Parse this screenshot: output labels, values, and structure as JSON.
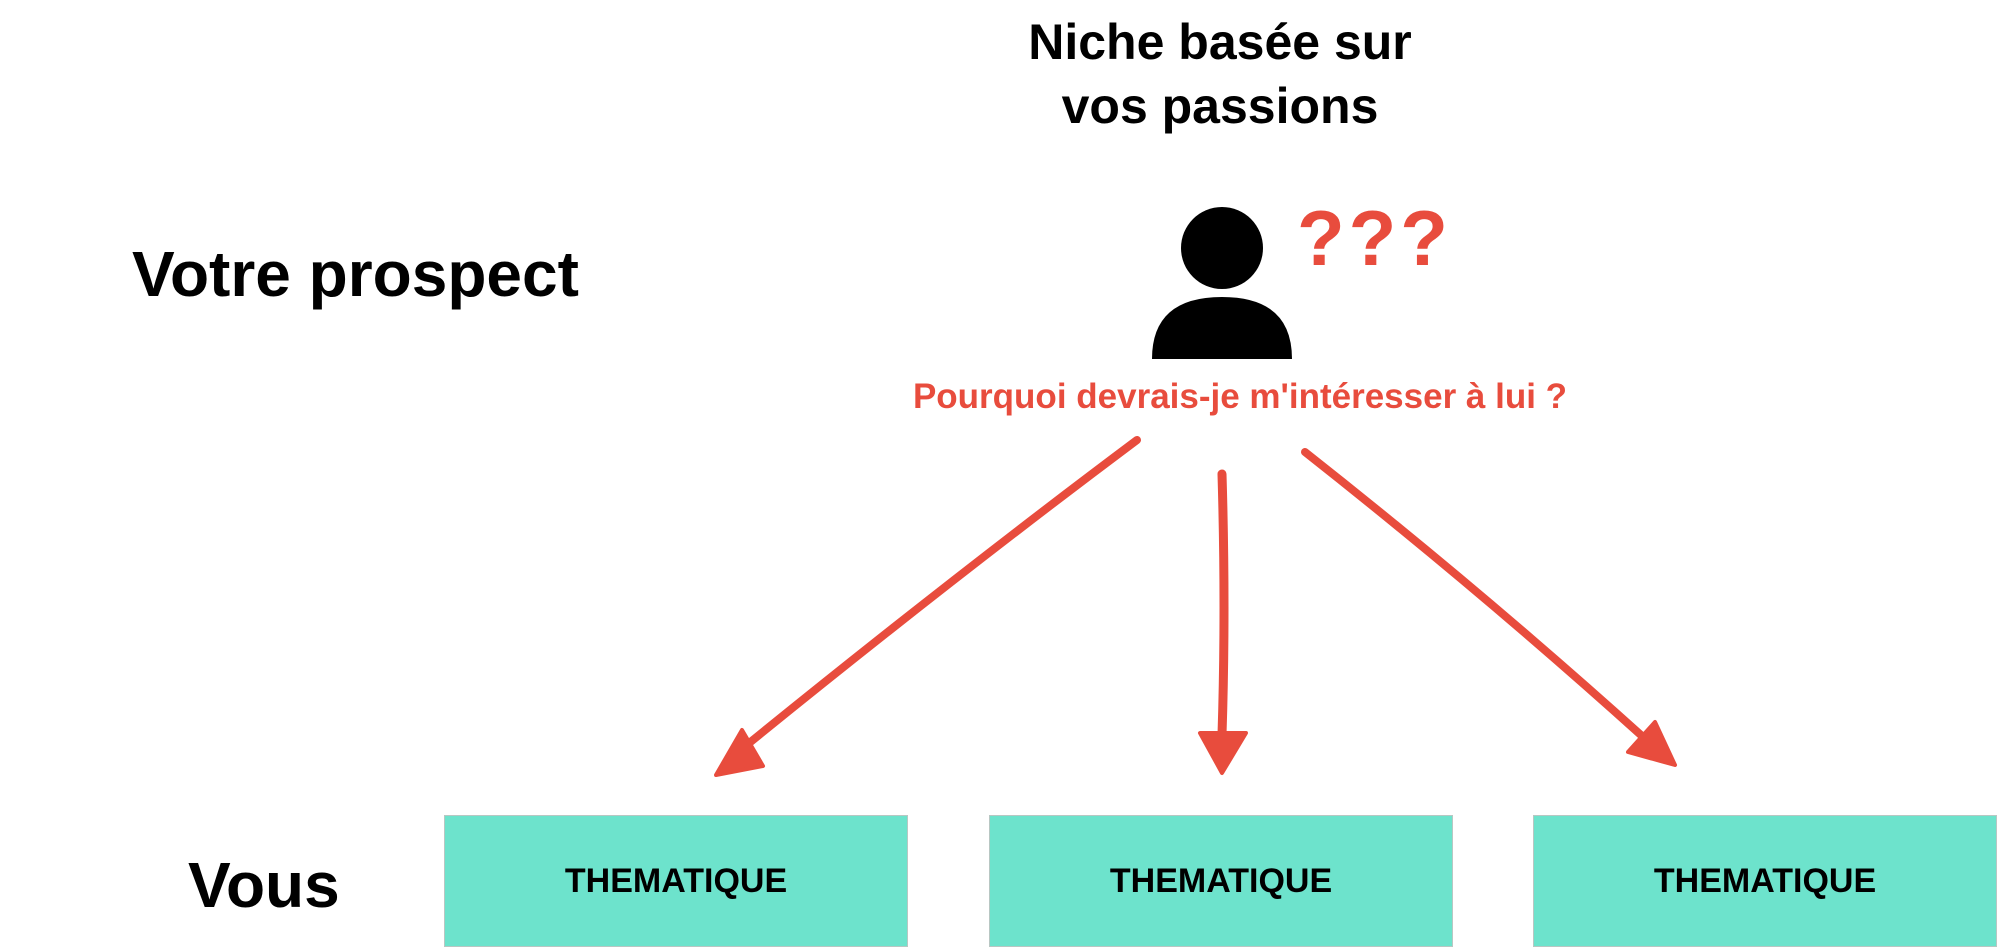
{
  "title": {
    "line1": "Niche basée sur",
    "line2": "vos passions"
  },
  "prospect_label": "Votre prospect",
  "you_label": "Vous",
  "question_marks": "???",
  "question": "Pourquoi devrais-je m'intéresser à lui ?",
  "person_icon": "person-icon",
  "colors": {
    "accent": "#e84c3d",
    "box_fill": "#6de3cc",
    "text": "#000000"
  },
  "themes": [
    {
      "label": "THEMATIQUE"
    },
    {
      "label": "THEMATIQUE"
    },
    {
      "label": "THEMATIQUE"
    }
  ]
}
